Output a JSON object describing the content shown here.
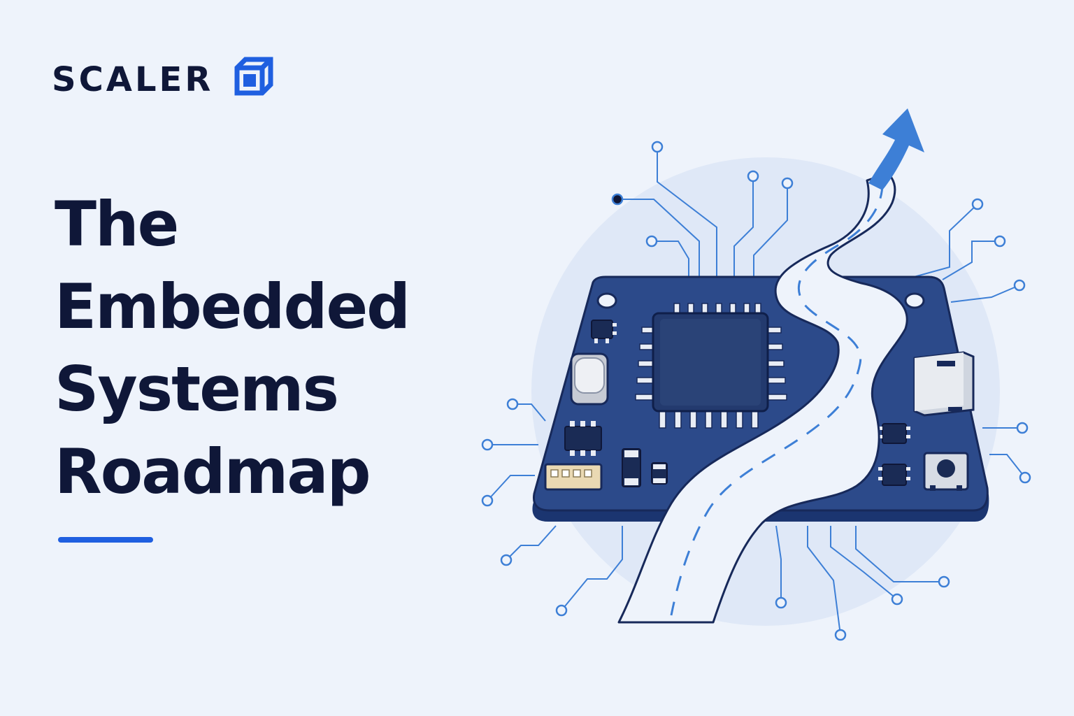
{
  "brand": {
    "name": "SCALER",
    "logo_icon": "scaler-cube-logo",
    "accent_color": "#1f5fe0"
  },
  "headline": {
    "lines": [
      "The",
      "Embedded",
      "Systems",
      "Roadmap"
    ],
    "color": "#0f1738"
  },
  "illustration": {
    "subject": "circuit-board-with-road-arrow",
    "board_color": "#2c4a8a",
    "road_color": "#eef3fb",
    "arrow_color": "#3d7fd6",
    "trace_color": "#3d7fd6"
  }
}
